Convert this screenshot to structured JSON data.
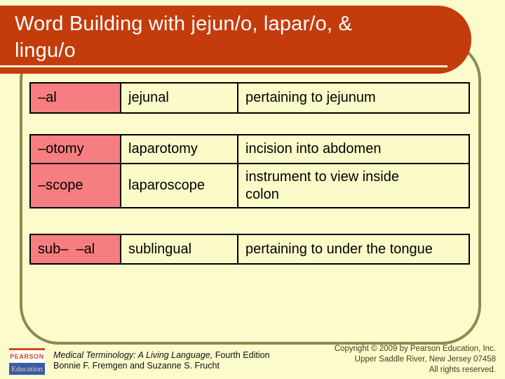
{
  "title": {
    "line1": "Word Building with jejun/o, lapar/o, &",
    "line2": "lingu/o"
  },
  "table": {
    "rows": [
      {
        "suffix": "–al",
        "term": "jejunal",
        "definition": "pertaining to jejunum"
      },
      {
        "suffix": "–otomy",
        "term": "laparotomy",
        "definition": "incision into abdomen"
      },
      {
        "suffix": "–scope",
        "term": "laparoscope",
        "definition": "instrument to view inside colon"
      },
      {
        "suffix": "sub–  –al",
        "term": "sublingual",
        "definition": "pertaining to under the tongue"
      }
    ]
  },
  "footer": {
    "logo_brand": "PEARSON",
    "logo_division": "Education",
    "book_title_italic": "Medical Terminology: A Living Language,",
    "book_edition": " Fourth Edition",
    "authors": "Bonnie F. Fremgen and Suzanne S. Frucht",
    "copyright": {
      "line1": "Copyright © 2009 by Pearson Education, Inc.",
      "line2": "Upper Saddle River, New Jersey 07458",
      "line3": "All rights reserved."
    }
  },
  "colors": {
    "background": "#FBFBCC",
    "banner": "#C43C0C",
    "banner_underline": "#F2EDD8",
    "pink_cell": "#F77E80",
    "cream_cell": "#FBFBC9",
    "frame_olive": "#8C8C50",
    "table_border": "#000000",
    "title_text": "#FFFFFF",
    "logo_orange": "#D2491B",
    "logo_blue": "#3A5BA6",
    "copyright_text": "#3E3E20"
  }
}
